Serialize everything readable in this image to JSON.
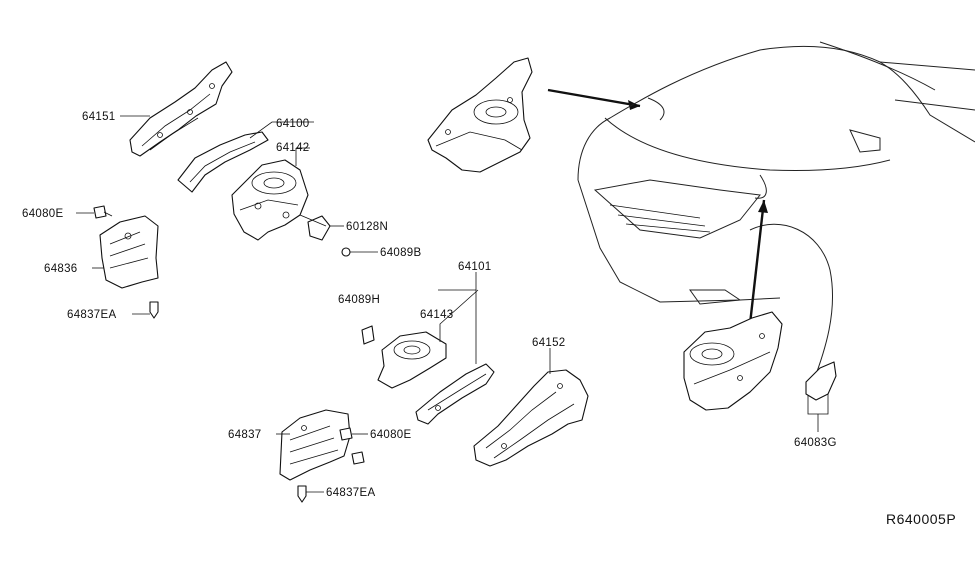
{
  "diagram": {
    "labels": {
      "p64151": "64151",
      "p64100": "64100",
      "p64142": "64142",
      "p60128N": "60128N",
      "p64089B": "64089B",
      "p64080E_top": "64080E",
      "p64836": "64836",
      "p64837EA_top": "64837EA",
      "p64101": "64101",
      "p64089H": "64089H",
      "p64143": "64143",
      "p64152": "64152",
      "p64837": "64837",
      "p64080E_bottom": "64080E",
      "p64837EA_bottom": "64837EA",
      "p64083G": "64083G"
    },
    "reference_code": "R640005P"
  }
}
